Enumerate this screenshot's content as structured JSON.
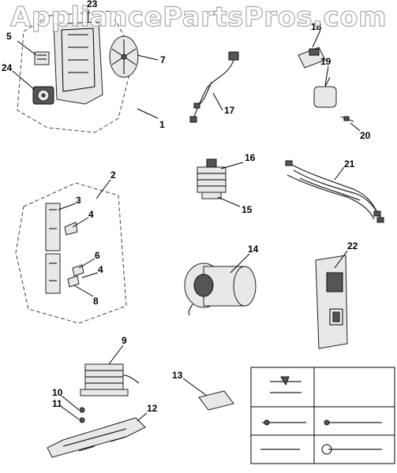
{
  "watermark": "AppliancePartsPros.com",
  "callouts": {
    "c1": "1",
    "c2": "2",
    "c3": "3",
    "c4a": "4",
    "c4b": "4",
    "c5": "5",
    "c6": "6",
    "c7": "7",
    "c8": "8",
    "c9": "9",
    "c10": "10",
    "c11": "11",
    "c12": "12",
    "c13": "13",
    "c14": "14",
    "c15": "15",
    "c16": "16",
    "c17": "17",
    "c18": "18",
    "c19": "19",
    "c20": "20",
    "c21": "21",
    "c22": "22",
    "c23": "23",
    "c24": "24"
  }
}
